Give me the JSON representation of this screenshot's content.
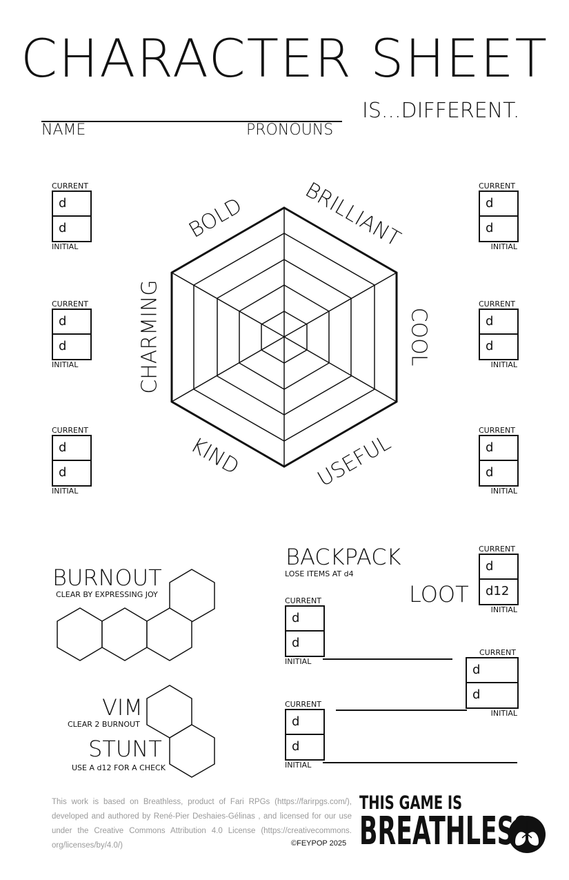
{
  "title": "CHARACTER SHEET",
  "name_label": "NAME",
  "pronouns_label": "PRONOUNS",
  "tagline": "IS...DIFFERENT.",
  "stats": {
    "axes": [
      "BOLD",
      "BRILLIANT",
      "COOL",
      "USEFUL",
      "KIND",
      "CHARMING"
    ],
    "current_label": "CURRENT",
    "initial_label": "INITIAL",
    "die_prefix": "d"
  },
  "burnout": {
    "title": "BURNOUT",
    "subtitle": "CLEAR BY EXPRESSING JOY"
  },
  "vim": {
    "title": "VIM",
    "subtitle": "CLEAR 2 BURNOUT"
  },
  "stunt": {
    "title": "STUNT",
    "subtitle": "USE A d12 FOR A CHECK"
  },
  "backpack": {
    "title": "BACKPACK",
    "subtitle": "LOSE ITEMS AT d4"
  },
  "loot": {
    "title": "LOOT",
    "current_value": "d",
    "initial_value": "d12"
  },
  "footer": {
    "license": "This work is based on Breathless, product of Fari RPGs (https://farirpgs.com/), developed and authored by René-Pier Deshaies-Gélinas , and licensed for our use under the Creative Commons Attribution 4.0 License (https://creativecommons. org/licenses/by/4.0/)",
    "copyright": "©FEYPOP 2025",
    "logo_line1": "THIS GAME IS",
    "logo_line2": "BREATHLESS",
    "logo_icon": "lungs-icon"
  }
}
